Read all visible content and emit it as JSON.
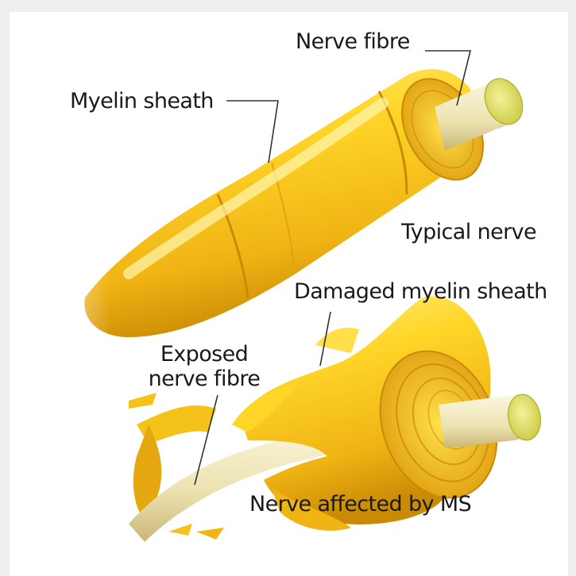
{
  "labels": {
    "nerve_fibre": "Nerve fibre",
    "myelin_sheath": "Myelin sheath",
    "typical_nerve": "Typical nerve",
    "damaged_myelin_sheath": "Damaged myelin sheath",
    "exposed_line1": "Exposed",
    "exposed_line2": "nerve fibre",
    "nerve_affected": "Nerve affected by MS"
  },
  "colors": {
    "sheath_light": "#ffe36a",
    "sheath_mid": "#f5c21a",
    "sheath_dark": "#c98a05",
    "fibre_light": "#f6f1c8",
    "fibre_dark": "#d8c98a",
    "fibre_end": "#eae87a",
    "leader_line": "#333333"
  }
}
